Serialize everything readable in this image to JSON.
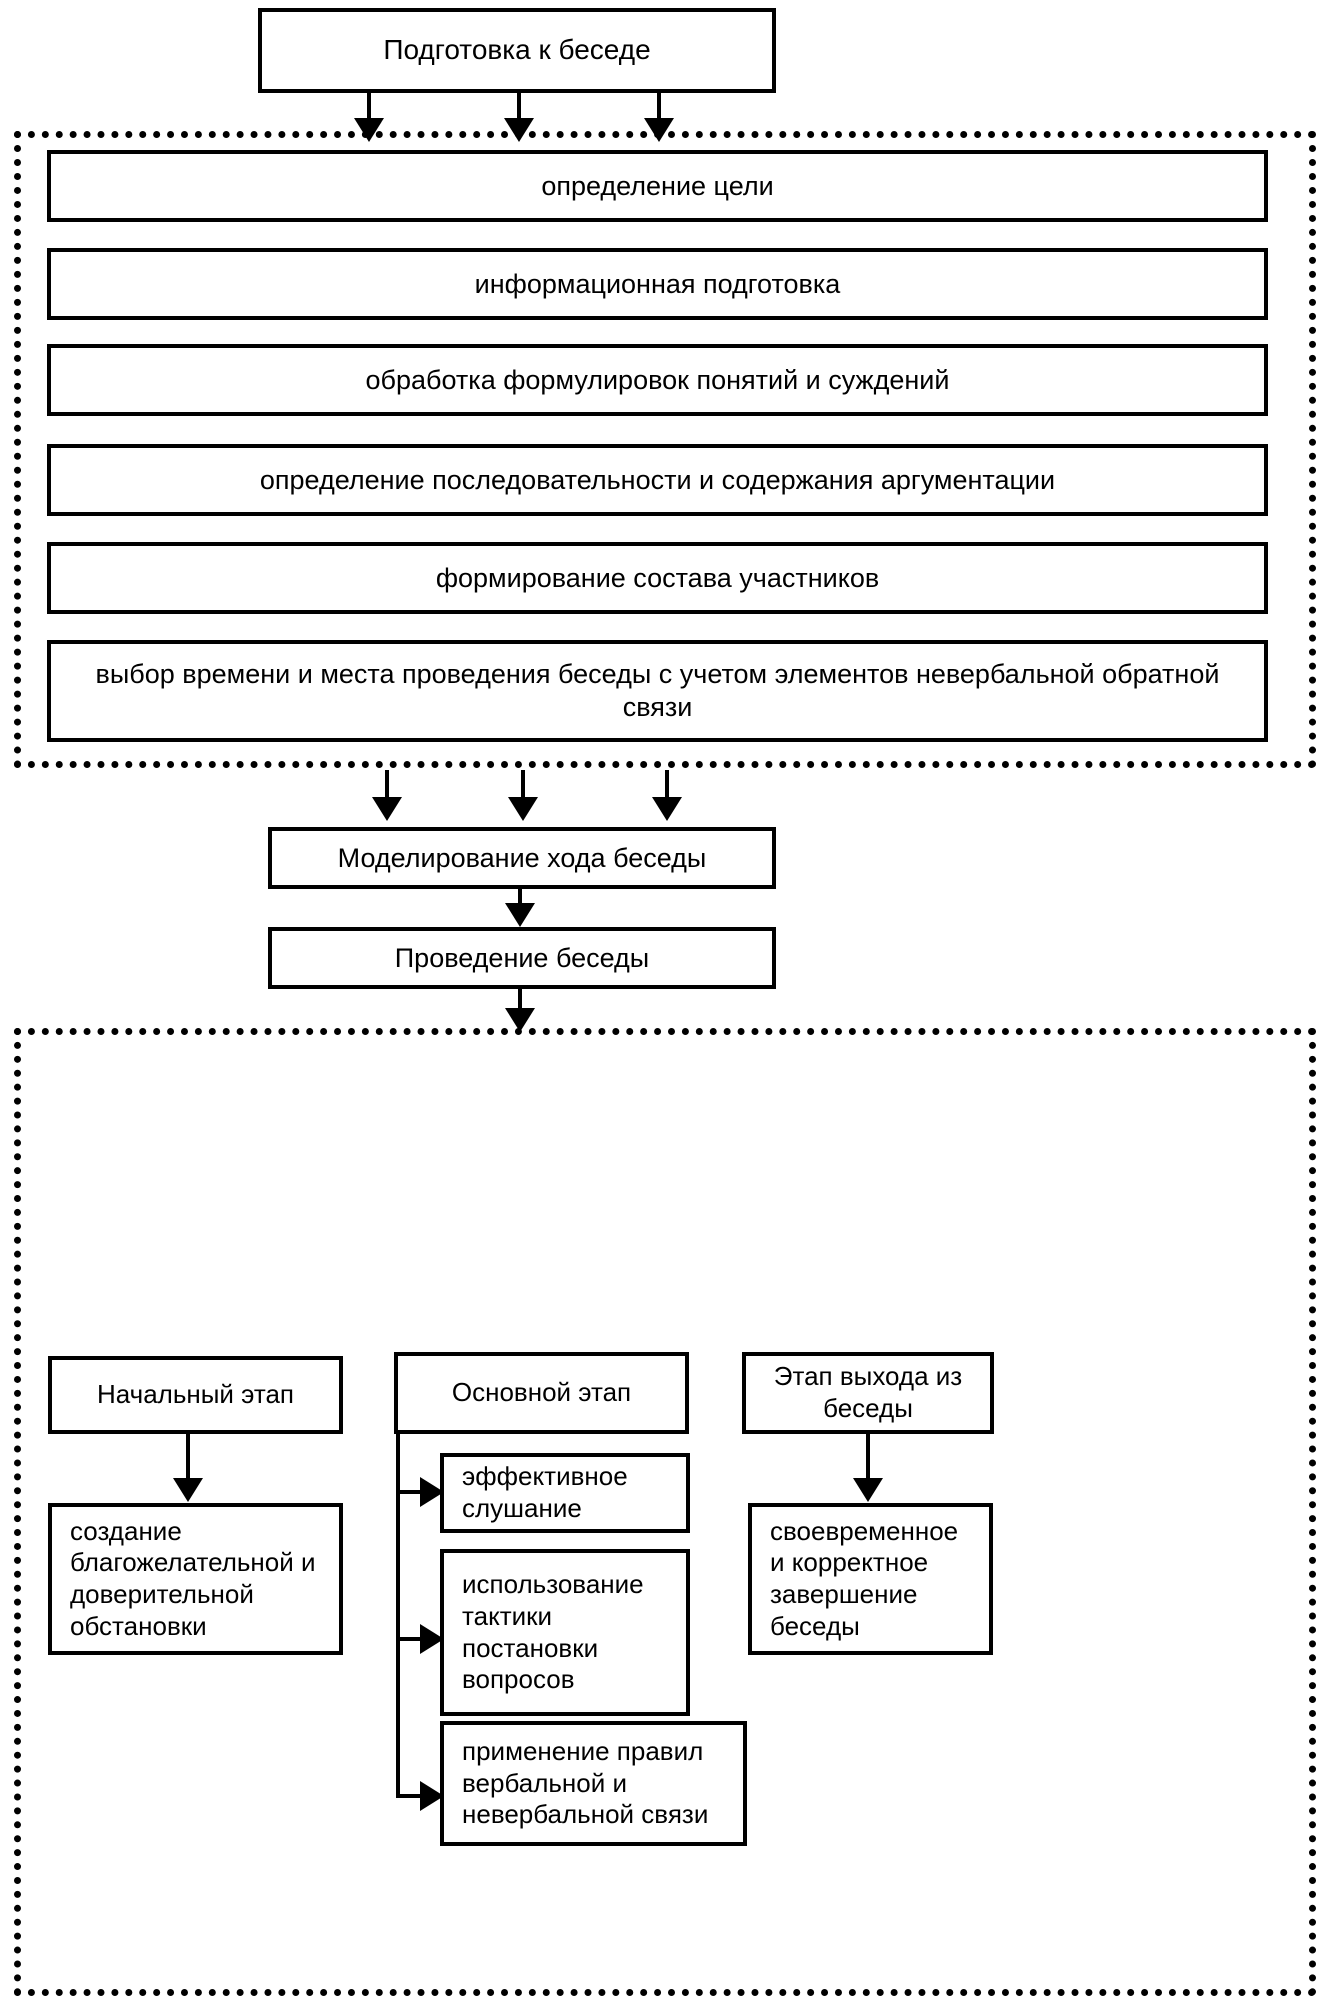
{
  "diagram": {
    "title_node": {
      "label": "Подготовка к беседе"
    },
    "preparation_group": {
      "items": [
        {
          "label": "определение цели"
        },
        {
          "label": "информационная подготовка"
        },
        {
          "label": "обработка формулировок понятий и суждений"
        },
        {
          "label": "определение последовательности и содержания аргументации"
        },
        {
          "label": "формирование состава участников"
        },
        {
          "label": "выбор времени и места проведения беседы с учетом элементов невербальной обратной связи"
        }
      ]
    },
    "middle_nodes": [
      {
        "label": "Моделирование хода беседы"
      },
      {
        "label": "Проведение беседы"
      }
    ],
    "stages_group": {
      "columns": [
        {
          "header": "Начальный этап",
          "items": [
            {
              "label": "создание благожелательной и доверительной обстановки"
            }
          ]
        },
        {
          "header": "Основной этап",
          "items": [
            {
              "label": "эффективное слушание"
            },
            {
              "label": "использование тактики постановки вопросов"
            },
            {
              "label": "применение правил вербальной и невербальной связи"
            }
          ]
        },
        {
          "header": "Этап выхода из беседы",
          "items": [
            {
              "label": "своевременное и корректное завершение беседы"
            }
          ]
        }
      ]
    },
    "colors": {
      "stroke": "#000000",
      "background": "#ffffff"
    }
  }
}
